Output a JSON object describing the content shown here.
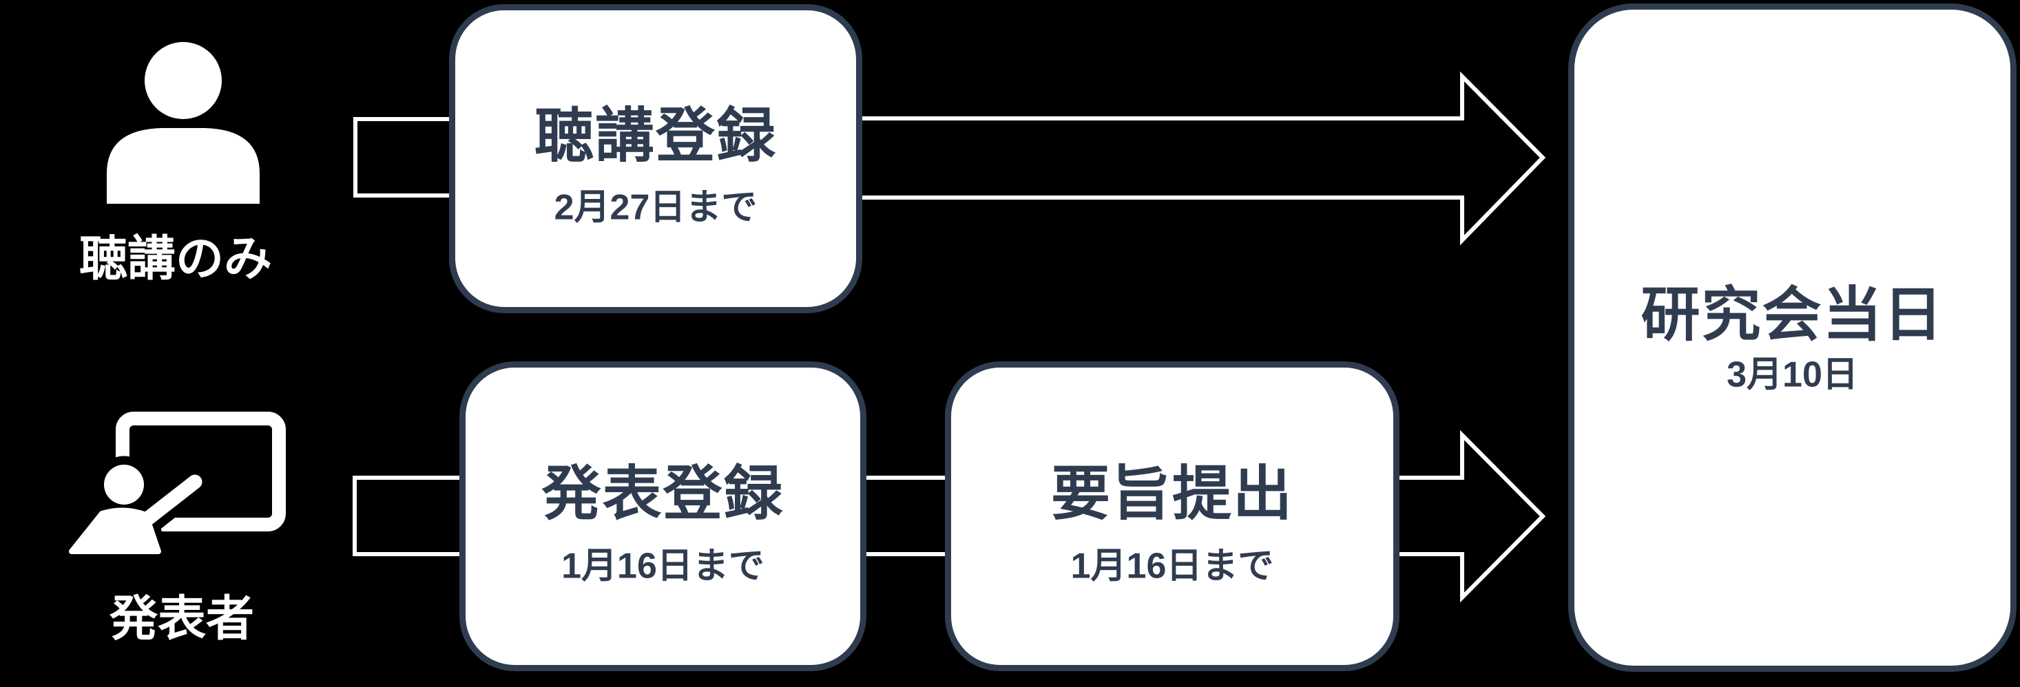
{
  "diagram": {
    "background_color": "#000000",
    "accent_navy": "#2f3c50",
    "shape_white": "#ffffff",
    "lanes": [
      {
        "id": "audience",
        "icon": "person-icon",
        "label": "聴講のみ"
      },
      {
        "id": "presenter",
        "icon": "presenter-icon",
        "label": "発表者"
      }
    ],
    "steps": [
      {
        "id": "listen-reg",
        "title": "聴講登録",
        "deadline": "2月27日まで"
      },
      {
        "id": "present-reg",
        "title": "発表登録",
        "deadline": "1月16日まで"
      },
      {
        "id": "abstract-submit",
        "title": "要旨提出",
        "deadline": "1月16日まで"
      },
      {
        "id": "event-day",
        "title": "研究会当日",
        "deadline": "3月10日"
      }
    ]
  }
}
